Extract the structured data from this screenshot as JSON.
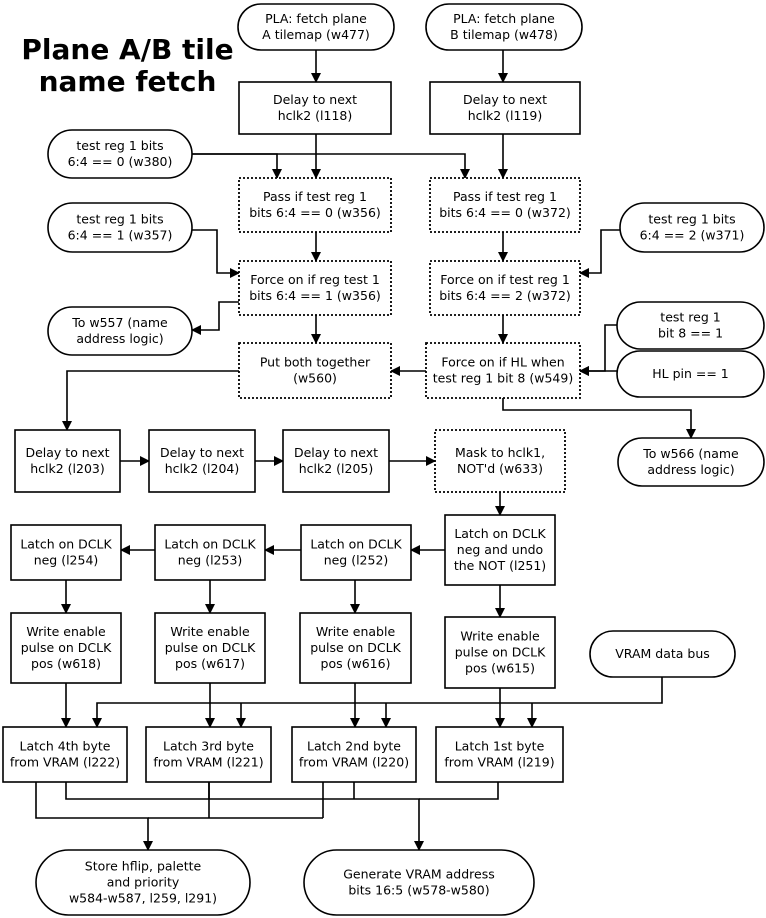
{
  "title_lines": [
    "Plane A/B tile",
    "name fetch"
  ],
  "nodes": {
    "pla_a": {
      "shape": "term",
      "lines": [
        "PLA: fetch plane",
        "A tilemap (w477)"
      ]
    },
    "pla_b": {
      "shape": "term",
      "lines": [
        "PLA: fetch plane",
        "B tilemap (w478)"
      ]
    },
    "delay_l118": {
      "shape": "rect",
      "lines": [
        "Delay to next",
        "hclk2 (l118)"
      ]
    },
    "delay_l119": {
      "shape": "rect",
      "lines": [
        "Delay to next",
        "hclk2 (l119)"
      ]
    },
    "test_w380": {
      "shape": "term",
      "lines": [
        "test reg 1 bits",
        "6:4 == 0 (w380)"
      ]
    },
    "pass_w356": {
      "shape": "dotted",
      "lines": [
        "Pass if test reg 1",
        "bits 6:4 == 0 (w356)"
      ]
    },
    "pass_w372": {
      "shape": "dotted",
      "lines": [
        "Pass if test reg 1",
        "bits 6:4 == 0 (w372)"
      ]
    },
    "test_w357": {
      "shape": "term",
      "lines": [
        "test reg 1 bits",
        "6:4 == 1 (w357)"
      ]
    },
    "test_w371": {
      "shape": "term",
      "lines": [
        "test reg 1 bits",
        "6:4 == 2 (w371)"
      ]
    },
    "force_w356": {
      "shape": "dotted",
      "lines": [
        "Force on if reg test 1",
        "bits 6:4 == 1 (w356)"
      ]
    },
    "force_w372": {
      "shape": "dotted",
      "lines": [
        "Force on if test reg 1",
        "bits 6:4 == 2 (w372)"
      ]
    },
    "to_w557": {
      "shape": "term",
      "lines": [
        "To w557 (name",
        "address logic)"
      ]
    },
    "test_bit8": {
      "shape": "term",
      "lines": [
        "test reg 1",
        "bit 8 == 1"
      ]
    },
    "hl_pin": {
      "shape": "term",
      "lines": [
        "HL pin == 1"
      ]
    },
    "both_w560": {
      "shape": "dotted",
      "lines": [
        "Put both together",
        "(w560)"
      ]
    },
    "force_hl_w549": {
      "shape": "dotted",
      "lines": [
        "Force on if HL when",
        "test reg 1 bit 8 (w549)"
      ]
    },
    "to_w566": {
      "shape": "term",
      "lines": [
        "To w566 (name",
        "address logic)"
      ]
    },
    "delay_l203": {
      "shape": "rect",
      "lines": [
        "Delay to next",
        "hclk2 (l203)"
      ]
    },
    "delay_l204": {
      "shape": "rect",
      "lines": [
        "Delay to next",
        "hclk2 (l204)"
      ]
    },
    "delay_l205": {
      "shape": "rect",
      "lines": [
        "Delay to next",
        "hclk2 (l205)"
      ]
    },
    "mask_w633": {
      "shape": "dotted",
      "lines": [
        "Mask to hclk1,",
        "NOT'd (w633)"
      ]
    },
    "latch_l254": {
      "shape": "rect",
      "lines": [
        "Latch on DCLK",
        "neg (l254)"
      ]
    },
    "latch_l253": {
      "shape": "rect",
      "lines": [
        "Latch on DCLK",
        "neg (l253)"
      ]
    },
    "latch_l252": {
      "shape": "rect",
      "lines": [
        "Latch on DCLK",
        "neg (l252)"
      ]
    },
    "latch_l251": {
      "shape": "rect",
      "lines": [
        "Latch on DCLK",
        "neg and undo",
        "the NOT (l251)"
      ]
    },
    "we_w618": {
      "shape": "rect",
      "lines": [
        "Write enable",
        "pulse on DCLK",
        "pos (w618)"
      ]
    },
    "we_w617": {
      "shape": "rect",
      "lines": [
        "Write enable",
        "pulse on DCLK",
        "pos (w617)"
      ]
    },
    "we_w616": {
      "shape": "rect",
      "lines": [
        "Write enable",
        "pulse on DCLK",
        "pos (w616)"
      ]
    },
    "we_w615": {
      "shape": "rect",
      "lines": [
        "Write enable",
        "pulse on DCLK",
        "pos (w615)"
      ]
    },
    "vram_bus": {
      "shape": "term",
      "lines": [
        "VRAM data bus"
      ]
    },
    "byte4_l222": {
      "shape": "rect",
      "lines": [
        "Latch 4th byte",
        "from VRAM (l222)"
      ]
    },
    "byte3_l221": {
      "shape": "rect",
      "lines": [
        "Latch 3rd byte",
        "from VRAM (l221)"
      ]
    },
    "byte2_l220": {
      "shape": "rect",
      "lines": [
        "Latch 2nd byte",
        "from VRAM (l220)"
      ]
    },
    "byte1_l219": {
      "shape": "rect",
      "lines": [
        "Latch 1st byte",
        "from VRAM (l219)"
      ]
    },
    "store_hflip": {
      "shape": "term",
      "lines": [
        "Store hflip, palette",
        "and priority",
        "w584-w587, l259, l291)"
      ]
    },
    "gen_vram_addr": {
      "shape": "term",
      "lines": [
        "Generate VRAM address",
        "bits 16:5 (w578-w580)"
      ]
    }
  },
  "edges": [
    [
      "pla_a",
      "delay_l118"
    ],
    [
      "pla_b",
      "delay_l119"
    ],
    [
      "delay_l118",
      "pass_w356"
    ],
    [
      "test_w380",
      "pass_w356"
    ],
    [
      "test_w380",
      "pass_w372"
    ],
    [
      "delay_l119",
      "pass_w372"
    ],
    [
      "pass_w356",
      "force_w356"
    ],
    [
      "pass_w372",
      "force_w372"
    ],
    [
      "test_w357",
      "force_w356"
    ],
    [
      "test_w371",
      "force_w372"
    ],
    [
      "force_w356",
      "to_w557"
    ],
    [
      "force_w356",
      "both_w560"
    ],
    [
      "force_w372",
      "force_hl_w549"
    ],
    [
      "test_bit8",
      "force_hl_w549"
    ],
    [
      "hl_pin",
      "force_hl_w549"
    ],
    [
      "force_hl_w549",
      "both_w560"
    ],
    [
      "force_hl_w549",
      "to_w566"
    ],
    [
      "both_w560",
      "delay_l203"
    ],
    [
      "delay_l203",
      "delay_l204"
    ],
    [
      "delay_l204",
      "delay_l205"
    ],
    [
      "delay_l205",
      "mask_w633"
    ],
    [
      "mask_w633",
      "latch_l251"
    ],
    [
      "latch_l251",
      "latch_l252"
    ],
    [
      "latch_l252",
      "latch_l253"
    ],
    [
      "latch_l253",
      "latch_l254"
    ],
    [
      "latch_l254",
      "we_w618"
    ],
    [
      "latch_l253",
      "we_w617"
    ],
    [
      "latch_l252",
      "we_w616"
    ],
    [
      "latch_l251",
      "we_w615"
    ],
    [
      "we_w618",
      "byte4_l222"
    ],
    [
      "we_w617",
      "byte3_l221"
    ],
    [
      "we_w616",
      "byte2_l220"
    ],
    [
      "we_w615",
      "byte1_l219"
    ],
    [
      "vram_bus",
      "byte4_l222"
    ],
    [
      "vram_bus",
      "byte3_l221"
    ],
    [
      "vram_bus",
      "byte2_l220"
    ],
    [
      "vram_bus",
      "byte1_l219"
    ],
    [
      "byte4_l222",
      "store_hflip"
    ],
    [
      "byte3_l221",
      "store_hflip"
    ],
    [
      "byte2_l220",
      "store_hflip"
    ],
    [
      "byte1_l219",
      "store_hflip"
    ],
    [
      "byte4_l222",
      "gen_vram_addr"
    ],
    [
      "byte3_l221",
      "gen_vram_addr"
    ],
    [
      "byte2_l220",
      "gen_vram_addr"
    ],
    [
      "byte1_l219",
      "gen_vram_addr"
    ]
  ]
}
